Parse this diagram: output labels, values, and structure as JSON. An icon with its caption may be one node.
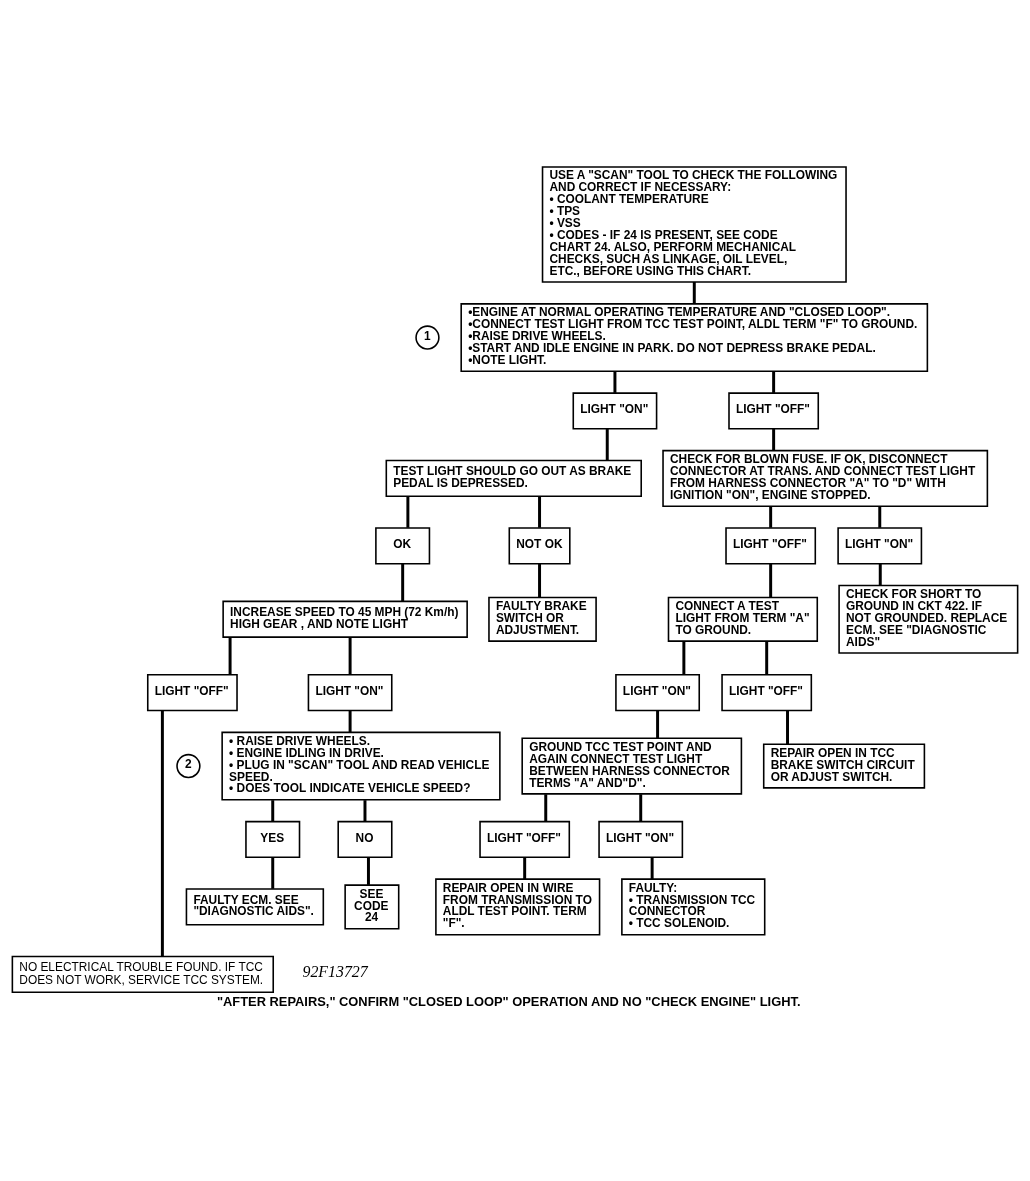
{
  "diagram": {
    "caption": "\"AFTER REPAIRS,\" CONFIRM \"CLOSED LOOP\" OPERATION AND NO \"CHECK ENGINE\" LIGHT.",
    "nodes": [
      {
        "text": [
          "USE A \"SCAN\" TOOL TO CHECK THE FOLLOWING AND CORRECT IF NECESSARY:",
          "• COOLANT TEMPERATURE",
          "• TPS",
          "• VSS",
          "• CODES - IF 24 IS PRESENT, SEE CODE CHART 24. ALSO, PERFORM MECHANICAL CHECKS, SUCH AS LINKAGE, OIL LEVEL, ETC., BEFORE USING THIS CHART."
        ]
      },
      {
        "text": [
          "1"
        ]
      },
      {
        "text": [
          "•ENGINE AT NORMAL OPERATING TEMPERATURE AND \"CLOSED LOOP\".",
          "•CONNECT TEST LIGHT FROM TCC TEST POINT, ALDL TERM \"F\" TO GROUND.",
          "•RAISE DRIVE WHEELS.",
          "•START AND IDLE ENGINE IN PARK. DO NOT DEPRESS BRAKE PEDAL.",
          "•NOTE LIGHT."
        ]
      },
      {
        "text": [
          "LIGHT \"ON\""
        ]
      },
      {
        "text": [
          "LIGHT \"OFF\""
        ]
      },
      {
        "text": [
          "TEST LIGHT SHOULD GO OUT AS BRAKE PEDAL IS DEPRESSED."
        ]
      },
      {
        "text": [
          "CHECK FOR BLOWN FUSE. IF OK, DISCONNECT CONNECTOR AT TRANS. AND CONNECT TEST LIGHT FROM HARNESS CONNECTOR \"A\" TO \"D\" WITH IGNITION \"ON\", ENGINE STOPPED."
        ]
      },
      {
        "text": [
          "OK"
        ]
      },
      {
        "text": [
          "NOT OK"
        ]
      },
      {
        "text": [
          "LIGHT \"OFF\""
        ]
      },
      {
        "text": [
          "LIGHT \"ON\""
        ]
      },
      {
        "text": [
          "INCREASE SPEED TO 45 MPH (72 Km/h) HIGH GEAR , AND NOTE LIGHT"
        ]
      },
      {
        "text": [
          "FAULTY BRAKE SWITCH OR ADJUSTMENT."
        ]
      },
      {
        "text": [
          "CONNECT A TEST LIGHT FROM TERM \"A\" TO GROUND."
        ]
      },
      {
        "text": [
          "CHECK FOR SHORT TO GROUND IN CKT 422. IF NOT GROUNDED. REPLACE ECM. SEE \"DIAGNOSTIC AIDS\""
        ]
      },
      {
        "text": [
          "LIGHT \"OFF\""
        ]
      },
      {
        "text": [
          "LIGHT \"ON\""
        ]
      },
      {
        "text": [
          "LIGHT \"ON\""
        ]
      },
      {
        "text": [
          "LIGHT \"OFF\""
        ]
      },
      {
        "text": [
          "2"
        ]
      },
      {
        "text": [
          "• RAISE DRIVE WHEELS.",
          "• ENGINE IDLING IN DRIVE.",
          "• PLUG IN \"SCAN\" TOOL AND READ VEHICLE SPEED.",
          "• DOES TOOL INDICATE VEHICLE SPEED?"
        ]
      },
      {
        "text": [
          "GROUND TCC TEST POINT AND AGAIN CONNECT TEST LIGHT BETWEEN HARNESS CONNECTOR TERMS \"A\" AND\"D\"."
        ]
      },
      {
        "text": [
          "REPAIR OPEN IN TCC BRAKE SWITCH CIRCUIT OR ADJUST SWITCH."
        ]
      },
      {
        "text": [
          "YES"
        ]
      },
      {
        "text": [
          "NO"
        ]
      },
      {
        "text": [
          "LIGHT \"OFF\""
        ]
      },
      {
        "text": [
          "LIGHT \"ON\""
        ]
      },
      {
        "text": [
          "FAULTY ECM. SEE \"DIAGNOSTIC AIDS\"."
        ]
      },
      {
        "text": [
          "SEE CODE 24"
        ]
      },
      {
        "text": [
          "REPAIR OPEN IN WIRE FROM TRANSMISSION TO ALDL TEST POINT. TERM \"F\"."
        ]
      },
      {
        "text": [
          "FAULTY:",
          "• TRANSMISSION TCC CONNECTOR",
          "• TCC SOLENOID."
        ]
      },
      {
        "text": [
          "NO ELECTRICAL TROUBLE FOUND. IF TCC DOES NOT WORK, SERVICE TCC SYSTEM."
        ]
      }
    ],
    "edges": [
      {
        "from": 0,
        "to": 2,
        "arrow": "none"
      },
      {
        "from": 2,
        "to": 3,
        "arrow": "none"
      },
      {
        "from": 2,
        "to": 4,
        "arrow": "none"
      },
      {
        "from": 3,
        "to": 5,
        "arrow": "none"
      },
      {
        "from": 4,
        "to": 6,
        "arrow": "none"
      },
      {
        "from": 5,
        "to": 7,
        "arrow": "none"
      },
      {
        "from": 5,
        "to": 8,
        "arrow": "none"
      },
      {
        "from": 6,
        "to": 9,
        "arrow": "none"
      },
      {
        "from": 6,
        "to": 10,
        "arrow": "none"
      },
      {
        "from": 7,
        "to": 11,
        "arrow": "none"
      },
      {
        "from": 8,
        "to": 12,
        "arrow": "none"
      },
      {
        "from": 9,
        "to": 13,
        "arrow": "none"
      },
      {
        "from": 10,
        "to": 14,
        "arrow": "none"
      },
      {
        "from": 11,
        "to": 15,
        "arrow": "none"
      },
      {
        "from": 11,
        "to": 16,
        "arrow": "none"
      },
      {
        "from": 13,
        "to": 17,
        "arrow": "none"
      },
      {
        "from": 13,
        "to": 18,
        "arrow": "none"
      },
      {
        "from": 15,
        "to": 31,
        "arrow": "none"
      },
      {
        "from": 16,
        "to": 20,
        "arrow": "none"
      },
      {
        "from": 17,
        "to": 21,
        "arrow": "none"
      },
      {
        "from": 18,
        "to": 22,
        "arrow": "none"
      },
      {
        "from": 20,
        "to": 23,
        "arrow": "none"
      },
      {
        "from": 20,
        "to": 24,
        "arrow": "none"
      },
      {
        "from": 21,
        "to": 25,
        "arrow": "none"
      },
      {
        "from": 21,
        "to": 26,
        "arrow": "none"
      },
      {
        "from": 23,
        "to": 27,
        "arrow": "none"
      },
      {
        "from": 24,
        "to": 28,
        "arrow": "none"
      },
      {
        "from": 25,
        "to": 29,
        "arrow": "none"
      },
      {
        "from": 26,
        "to": 30,
        "arrow": "none"
      }
    ],
    "labels": [
      "92F13727"
    ]
  }
}
